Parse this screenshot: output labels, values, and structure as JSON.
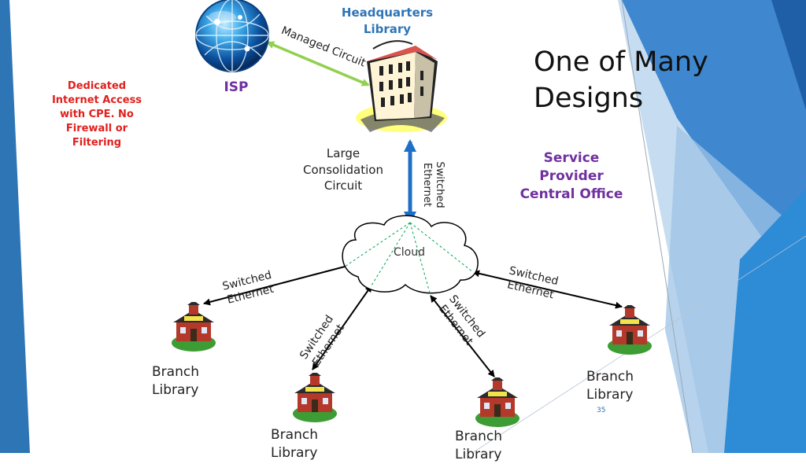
{
  "slide": {
    "title_line1": "One of Many",
    "title_line2": "Designs",
    "page_number": "35"
  },
  "nodes": {
    "headquarters_line1": "Headquarters",
    "headquarters_line2": "Library",
    "isp": "ISP",
    "dedicated": [
      "Dedicated",
      "Internet Access",
      "with CPE.  No",
      "Firewall or",
      "Filtering"
    ],
    "service_provider": [
      "Service",
      "Provider",
      "Central Office"
    ],
    "cloud": "Cloud",
    "large_circuit": [
      "Large",
      "Consolidation",
      "Circuit"
    ],
    "branch_left": [
      "Branch",
      "Library"
    ],
    "branch_right": [
      "Branch",
      "Library"
    ],
    "branch_bottom_left": [
      "Branch",
      "Library"
    ],
    "branch_bottom_right": [
      "Branch",
      "Library"
    ]
  },
  "links": {
    "managed_circuit": "Managed Circuit",
    "switched": "Switched",
    "ethernet": "Ethernet"
  },
  "colors": {
    "title": "#111111",
    "headquarters": "#2e75b6",
    "isp": "#7030a0",
    "dedicated": "#e0201d",
    "service_provider": "#7030a0",
    "managed_arrow": "#92d050",
    "core_arrow": "#1f6fc6",
    "cloud_spokes": "#00a650",
    "accent_blue": "#2e75b6"
  }
}
